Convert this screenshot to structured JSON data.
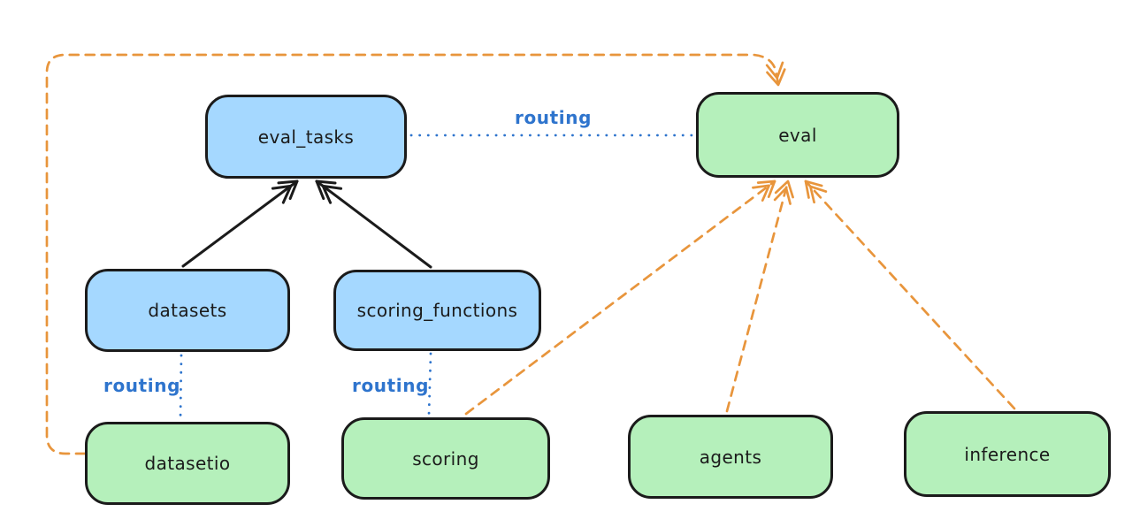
{
  "colors": {
    "api_fill": "#a5d8ff",
    "provider_fill": "#b5f0bb",
    "stroke_dark": "#1b1b1b",
    "routing_blue": "#2e74cd",
    "orange": "#e8953c",
    "background": "#ffffff"
  },
  "nodes": {
    "eval_tasks": {
      "label": "eval_tasks"
    },
    "eval": {
      "label": "eval"
    },
    "datasets": {
      "label": "datasets"
    },
    "scoring_functions": {
      "label": "scoring_functions"
    },
    "datasetio": {
      "label": "datasetio"
    },
    "scoring": {
      "label": "scoring"
    },
    "agents": {
      "label": "agents"
    },
    "inference": {
      "label": "inference"
    }
  },
  "edges": {
    "eval_tasks_to_eval": {
      "label": "routing",
      "style": "blue-dotted"
    },
    "datasets_to_datasetio": {
      "label": "routing",
      "style": "blue-dotted"
    },
    "scoring_functions_to_scoring": {
      "label": "routing",
      "style": "blue-dotted"
    },
    "datasets_to_eval_tasks": {
      "style": "black-arrow"
    },
    "scoring_functions_to_eval_tasks": {
      "style": "black-arrow"
    },
    "scoring_to_eval": {
      "style": "orange-dashed-arrow"
    },
    "agents_to_eval": {
      "style": "orange-dashed-arrow"
    },
    "inference_to_eval": {
      "style": "orange-dashed-arrow"
    },
    "datasetio_to_eval": {
      "style": "orange-dashed-arrow-loop"
    }
  }
}
